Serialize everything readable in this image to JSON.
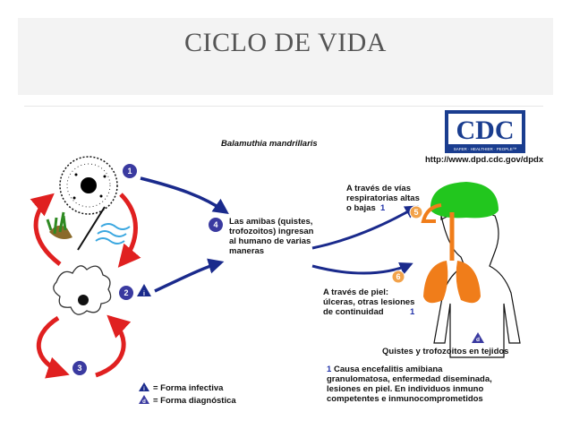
{
  "slide": {
    "title": "CICLO DE VIDA"
  },
  "diagram": {
    "organism": "Balamuthia mandrillaris",
    "cdc": {
      "logo_text": "CDC",
      "tagline": "SAFER · HEALTHIER · PEOPLE™",
      "url": "http://www.dpd.cdc.gov/dpdx"
    },
    "step_labels": [
      "1",
      "2",
      "3",
      "4",
      "5",
      "6"
    ],
    "entry_text": [
      "Las amibas (quistes,",
      "trofozoitos) ingresan",
      "al humano de varias",
      "maneras"
    ],
    "respiratory": {
      "lines": [
        "A través de vías",
        "respiratorias altas",
        "o bajas"
      ],
      "ref": "1"
    },
    "skin": {
      "lines": [
        "A través de piel:",
        "úlceras, otras lesiones",
        "de continuidad"
      ],
      "ref": "1"
    },
    "tissue": {
      "step": "d",
      "label": "Quistes y trofozoitos en tejidos"
    },
    "footnote": {
      "ref": "1",
      "lines": [
        "Causa encefalitis amibiana",
        "granulomatosa, enfermedad diseminada,",
        "lesiones en piel. En individuos inmuno",
        "competentes e inmunocomprometidos"
      ]
    },
    "legend": [
      {
        "symbol": "i",
        "label": "= Forma infectiva"
      },
      {
        "symbol": "d",
        "label": "= Forma diagnóstica"
      }
    ],
    "colors": {
      "cycle_arrows": "#e02020",
      "transfer_arrows": "#1a2a8c",
      "brain": "#22c61e",
      "airway_lungs": "#f07d1a",
      "step_circles": "#3a3aa0",
      "human_steps": "#f2a24a"
    }
  }
}
